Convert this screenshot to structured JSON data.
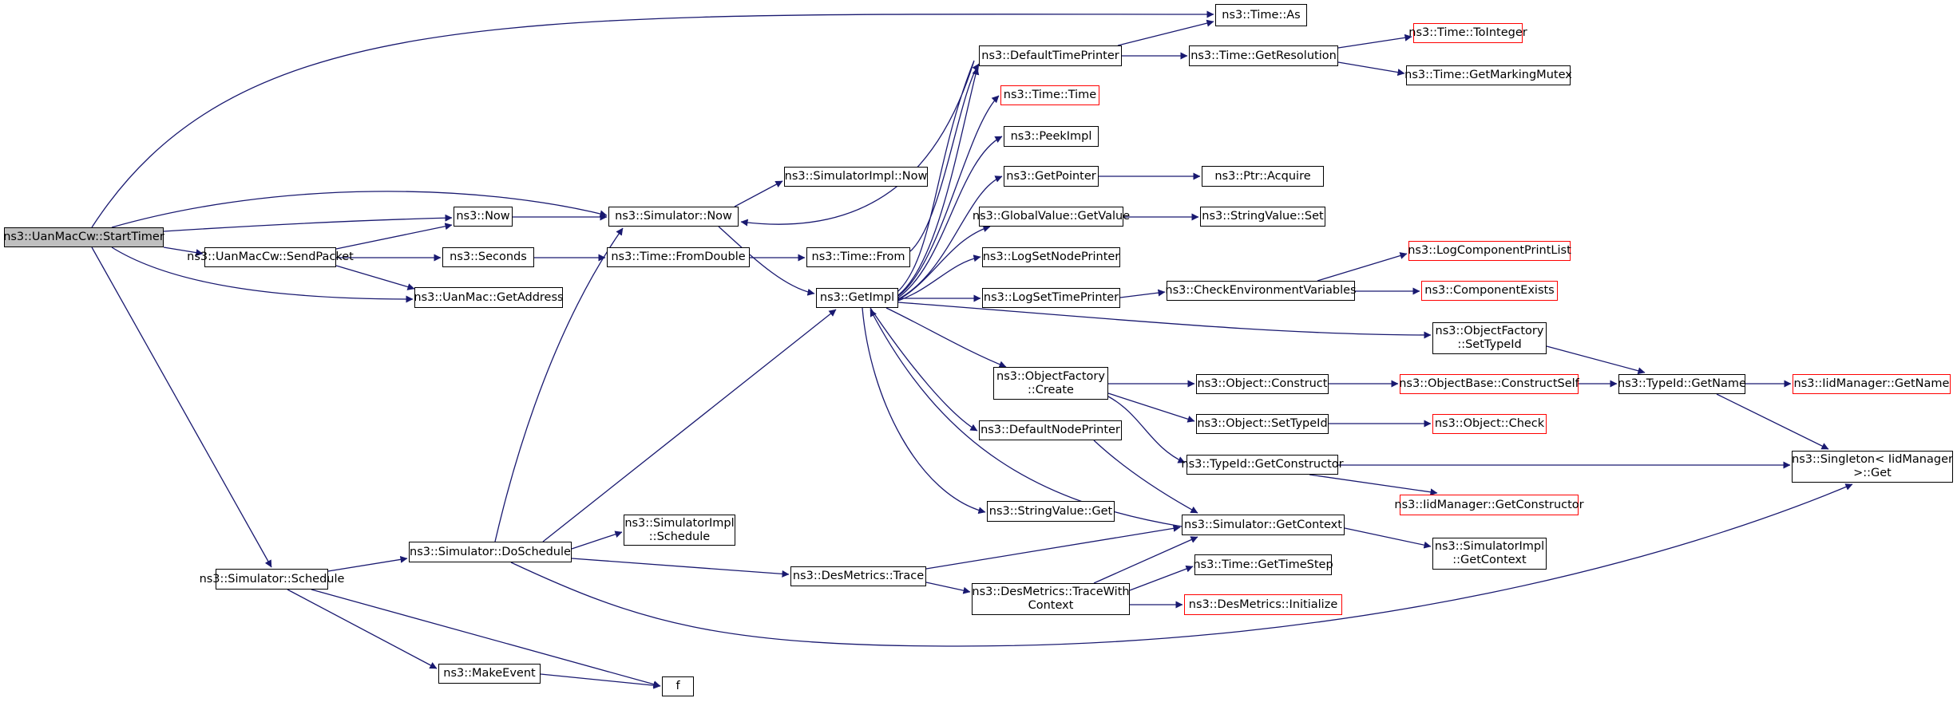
{
  "graph_title": "",
  "colors": {
    "edge": "#191970",
    "node_border": "#000000",
    "missing_border": "#ff0000",
    "root_fill": "#bfbfbf"
  },
  "nodes": {
    "start_timer": {
      "lines": [
        "ns3::UanMacCw::StartTimer"
      ]
    },
    "time_as": {
      "lines": [
        "ns3::Time::As"
      ]
    },
    "now": {
      "lines": [
        "ns3::Now"
      ]
    },
    "simulator_now": {
      "lines": [
        "ns3::Simulator::Now"
      ]
    },
    "send_packet": {
      "lines": [
        "ns3::UanMacCw::SendPacket"
      ]
    },
    "get_address": {
      "lines": [
        "ns3::UanMac::GetAddress"
      ]
    },
    "seconds": {
      "lines": [
        "ns3::Seconds"
      ]
    },
    "simulator_schedule": {
      "lines": [
        "ns3::Simulator::Schedule"
      ]
    },
    "simulator_do_schedule": {
      "lines": [
        "ns3::Simulator::DoSchedule"
      ]
    },
    "make_event": {
      "lines": [
        "ns3::MakeEvent"
      ]
    },
    "f": {
      "lines": [
        "f"
      ]
    },
    "simulator_impl_now": {
      "lines": [
        "ns3::SimulatorImpl::Now"
      ]
    },
    "time_from_double": {
      "lines": [
        "ns3::Time::FromDouble"
      ]
    },
    "simulator_impl_schedule": {
      "lines": [
        "ns3::SimulatorImpl",
        "::Schedule"
      ]
    },
    "des_metrics_trace": {
      "lines": [
        "ns3::DesMetrics::Trace"
      ]
    },
    "time_from": {
      "lines": [
        "ns3::Time::From"
      ]
    },
    "get_impl": {
      "lines": [
        "ns3::GetImpl"
      ]
    },
    "default_time_printer": {
      "lines": [
        "ns3::DefaultTimePrinter"
      ]
    },
    "time_time": {
      "lines": [
        "ns3::Time::Time"
      ]
    },
    "peek_impl": {
      "lines": [
        "ns3::PeekImpl"
      ]
    },
    "get_pointer": {
      "lines": [
        "ns3::GetPointer"
      ]
    },
    "global_value_get_value": {
      "lines": [
        "ns3::GlobalValue::GetValue"
      ]
    },
    "log_set_node_printer": {
      "lines": [
        "ns3::LogSetNodePrinter"
      ]
    },
    "log_set_time_printer": {
      "lines": [
        "ns3::LogSetTimePrinter"
      ]
    },
    "object_factory_create": {
      "lines": [
        "ns3::ObjectFactory",
        "::Create"
      ]
    },
    "default_node_printer": {
      "lines": [
        "ns3::DefaultNodePrinter"
      ]
    },
    "string_value_get": {
      "lines": [
        "ns3::StringValue::Get"
      ]
    },
    "des_metrics_trace_with_context": {
      "lines": [
        "ns3::DesMetrics::TraceWith",
        "Context"
      ]
    },
    "time_get_resolution": {
      "lines": [
        "ns3::Time::GetResolution"
      ]
    },
    "ptr_acquire": {
      "lines": [
        "ns3::Ptr::Acquire"
      ]
    },
    "string_value_set": {
      "lines": [
        "ns3::StringValue::Set"
      ]
    },
    "check_environment_variables": {
      "lines": [
        "ns3::CheckEnvironmentVariables"
      ]
    },
    "object_construct": {
      "lines": [
        "ns3::Object::Construct"
      ]
    },
    "object_set_type_id": {
      "lines": [
        "ns3::Object::SetTypeId"
      ]
    },
    "type_id_get_constructor": {
      "lines": [
        "ns3::TypeId::GetConstructor"
      ]
    },
    "simulator_get_context": {
      "lines": [
        "ns3::Simulator::GetContext"
      ]
    },
    "time_get_time_step": {
      "lines": [
        "ns3::Time::GetTimeStep"
      ]
    },
    "des_metrics_initialize": {
      "lines": [
        "ns3::DesMetrics::Initialize"
      ]
    },
    "time_to_integer": {
      "lines": [
        "ns3::Time::ToInteger"
      ]
    },
    "time_get_marking_mutex": {
      "lines": [
        "ns3::Time::GetMarkingMutex"
      ]
    },
    "log_component_print_list": {
      "lines": [
        "ns3::LogComponentPrintList"
      ]
    },
    "component_exists": {
      "lines": [
        "ns3::ComponentExists"
      ]
    },
    "object_factory_set_type_id": {
      "lines": [
        "ns3::ObjectFactory",
        "::SetTypeId"
      ]
    },
    "object_base_construct_self": {
      "lines": [
        "ns3::ObjectBase::ConstructSelf"
      ]
    },
    "object_check": {
      "lines": [
        "ns3::Object::Check"
      ]
    },
    "iid_manager_get_constructor": {
      "lines": [
        "ns3::IidManager::GetConstructor"
      ]
    },
    "simulator_impl_get_context": {
      "lines": [
        "ns3::SimulatorImpl",
        "::GetContext"
      ]
    },
    "type_id_get_name": {
      "lines": [
        "ns3::TypeId::GetName"
      ]
    },
    "iid_manager_get_name": {
      "lines": [
        "ns3::IidManager::GetName"
      ]
    },
    "singleton_get": {
      "lines": [
        "ns3::Singleton< IidManager",
        ">::Get"
      ]
    }
  }
}
